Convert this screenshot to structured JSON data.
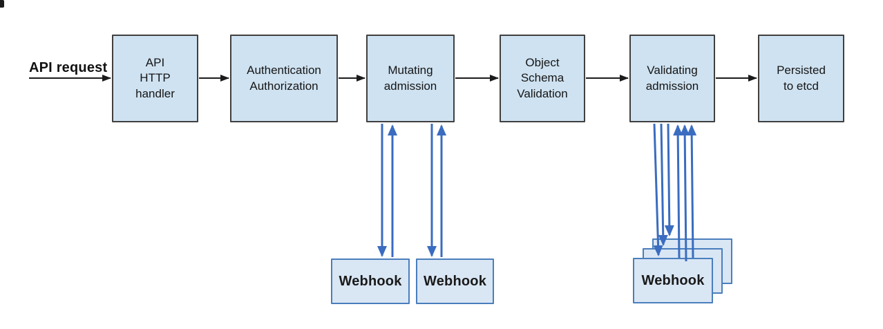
{
  "diagram": {
    "request_label": "API request",
    "flow_nodes": [
      {
        "id": "api-http-handler",
        "label": "API\nHTTP\nhandler"
      },
      {
        "id": "authentication-authorization",
        "label": "Authentication\nAuthorization"
      },
      {
        "id": "mutating-admission",
        "label": "Mutating\nadmission"
      },
      {
        "id": "object-schema-validation",
        "label": "Object\nSchema\nValidation"
      },
      {
        "id": "validating-admission",
        "label": "Validating\nadmission"
      },
      {
        "id": "persisted-to-etcd",
        "label": "Persisted\nto etcd"
      }
    ],
    "mutating_webhooks": [
      {
        "label": "Webhook"
      },
      {
        "label": "Webhook"
      }
    ],
    "validating_webhook_stack": {
      "visible_label": "Webhook",
      "stacked_boxes": 3
    },
    "colors": {
      "node_fill": "#cfe2f1",
      "node_border": "#3f3f3f",
      "webhook_fill": "#d9e6f4",
      "webhook_border": "#4a7ebc",
      "flow_arrow": "#1b1b1b",
      "webhook_arrow": "#3a6cc0"
    }
  }
}
